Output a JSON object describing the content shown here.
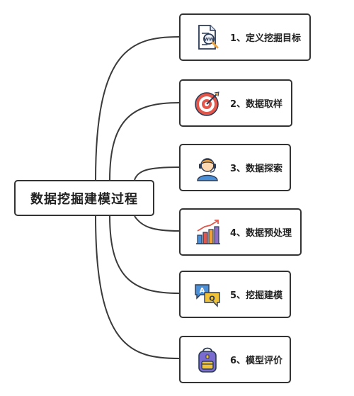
{
  "central": {
    "title": "数据挖掘建模过程"
  },
  "steps": [
    {
      "label": "1、定义挖掘目标",
      "icon": "document-magnifier-icon"
    },
    {
      "label": "2、数据取样",
      "icon": "target-icon"
    },
    {
      "label": "3、数据探索",
      "icon": "person-headset-icon"
    },
    {
      "label": "4、数据预处理",
      "icon": "bar-chart-icon"
    },
    {
      "label": "5、挖掘建模",
      "icon": "qa-chat-icon"
    },
    {
      "label": "6、模型评价",
      "icon": "backpack-icon"
    }
  ],
  "colors": {
    "border": "#333333",
    "line": "#333333"
  }
}
